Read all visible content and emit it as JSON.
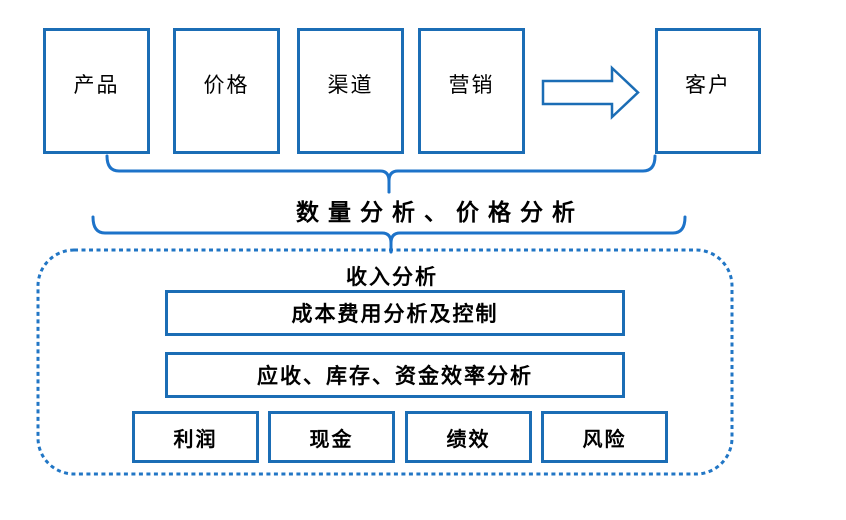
{
  "colors": {
    "box_border": "#1B6DB5",
    "brace": "#1D73C9",
    "dotted_border": "#2176C5",
    "arrow_border": "#1B6DB5",
    "text": "#000000",
    "background": "#FFFFFF"
  },
  "top_row": {
    "boxes": [
      {
        "label": "产品"
      },
      {
        "label": "价格"
      },
      {
        "label": "渠道"
      },
      {
        "label": "营销"
      },
      {
        "label": "客户"
      }
    ]
  },
  "middle": {
    "brace_label": "数量分析、价格分析"
  },
  "panel": {
    "title": "收入分析",
    "bars": [
      {
        "label": "成本费用分析及控制"
      },
      {
        "label": "应收、库存、资金效率分析"
      }
    ],
    "bottom_boxes": [
      {
        "label": "利润"
      },
      {
        "label": "现金"
      },
      {
        "label": "绩效"
      },
      {
        "label": "风险"
      }
    ]
  }
}
